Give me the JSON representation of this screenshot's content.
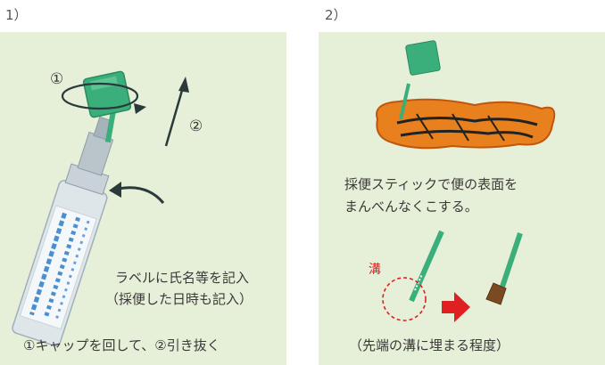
{
  "step1": {
    "number": "1）",
    "marker_turn": "①",
    "marker_pull": "②",
    "tube_text_blue": "ﾐｽﾞﾎﾒﾃﾞｨ",
    "tube_text_blue2": "ﾎｿﾞﾝ ｾｲﾘ",
    "label_note_line1": "ラベルに氏名等を記入",
    "label_note_line2": "（採便した日時も記入）",
    "caption": "①キャップを回して、②引き抜く"
  },
  "step2": {
    "number": "2）",
    "instruction_line1": "採便スティックで便の表面を",
    "instruction_line2": "まんべんなくこする。",
    "groove_label": "溝",
    "caption": "（先端の溝に埋まる程度）"
  },
  "colors": {
    "panel_bg": "#e6efd7",
    "cap_green": "#3aaf7b",
    "stool_orange": "#e8801e",
    "groove_red": "#e02020",
    "arrow_red": "#e02020"
  }
}
